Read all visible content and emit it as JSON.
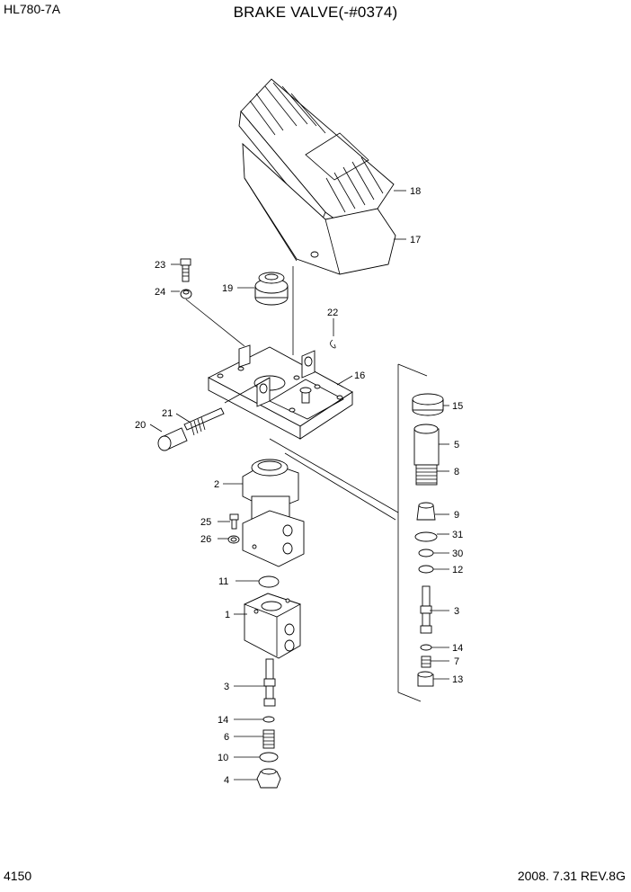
{
  "header": {
    "model": "HL780-7A",
    "title": "BRAKE VALVE(-#0374)"
  },
  "footer": {
    "page_number": "4150",
    "revision": "2008. 7.31  REV.8G"
  },
  "callouts": [
    "18",
    "17",
    "23",
    "19",
    "24",
    "22",
    "16",
    "21",
    "20",
    "15",
    "5",
    "8",
    "2",
    "9",
    "25",
    "31",
    "26",
    "30",
    "12",
    "11",
    "1",
    "3",
    "14",
    "7",
    "13",
    "3",
    "14",
    "6",
    "10",
    "4"
  ]
}
